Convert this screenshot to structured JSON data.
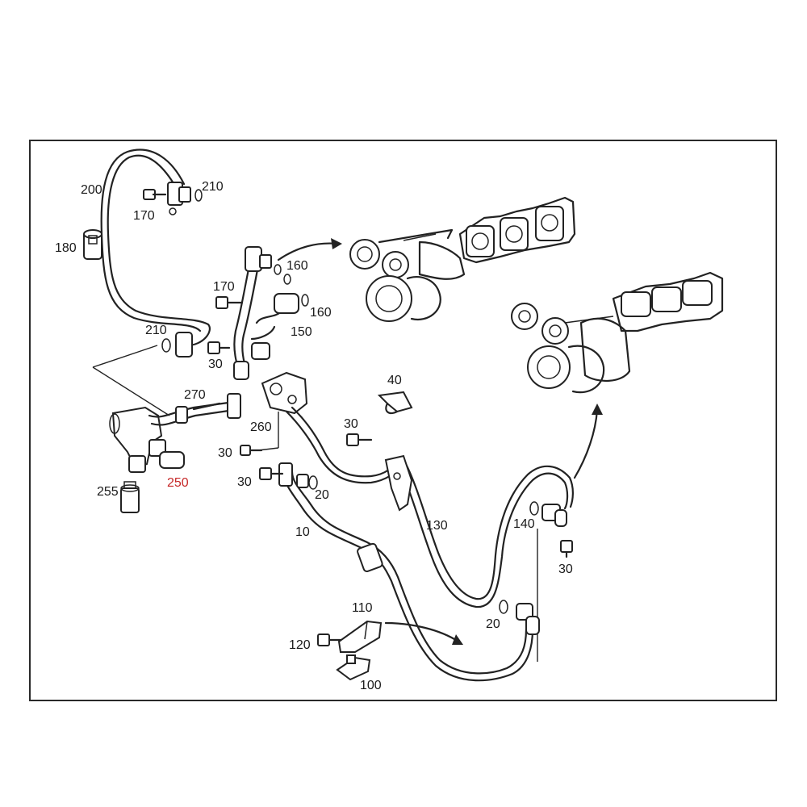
{
  "diagram": {
    "callouts": [
      {
        "id": "200",
        "label": "200"
      },
      {
        "id": "210a",
        "label": "210"
      },
      {
        "id": "170a",
        "label": "170"
      },
      {
        "id": "180",
        "label": "180"
      },
      {
        "id": "160a",
        "label": "160"
      },
      {
        "id": "170b",
        "label": "170"
      },
      {
        "id": "160b",
        "label": "160"
      },
      {
        "id": "150",
        "label": "150"
      },
      {
        "id": "210b",
        "label": "210"
      },
      {
        "id": "30a",
        "label": "30"
      },
      {
        "id": "40",
        "label": "40"
      },
      {
        "id": "270",
        "label": "270"
      },
      {
        "id": "260",
        "label": "260"
      },
      {
        "id": "30b",
        "label": "30"
      },
      {
        "id": "30c",
        "label": "30"
      },
      {
        "id": "30d",
        "label": "30"
      },
      {
        "id": "20a",
        "label": "20"
      },
      {
        "id": "250",
        "label": "250",
        "highlight": true
      },
      {
        "id": "255",
        "label": "255"
      },
      {
        "id": "10",
        "label": "10"
      },
      {
        "id": "130",
        "label": "130"
      },
      {
        "id": "140",
        "label": "140"
      },
      {
        "id": "30e",
        "label": "30"
      },
      {
        "id": "110",
        "label": "110"
      },
      {
        "id": "120",
        "label": "120"
      },
      {
        "id": "20b",
        "label": "20"
      },
      {
        "id": "100",
        "label": "100"
      }
    ],
    "colors": {
      "line": "#222222",
      "highlight": "#c62828",
      "background": "#ffffff"
    }
  }
}
